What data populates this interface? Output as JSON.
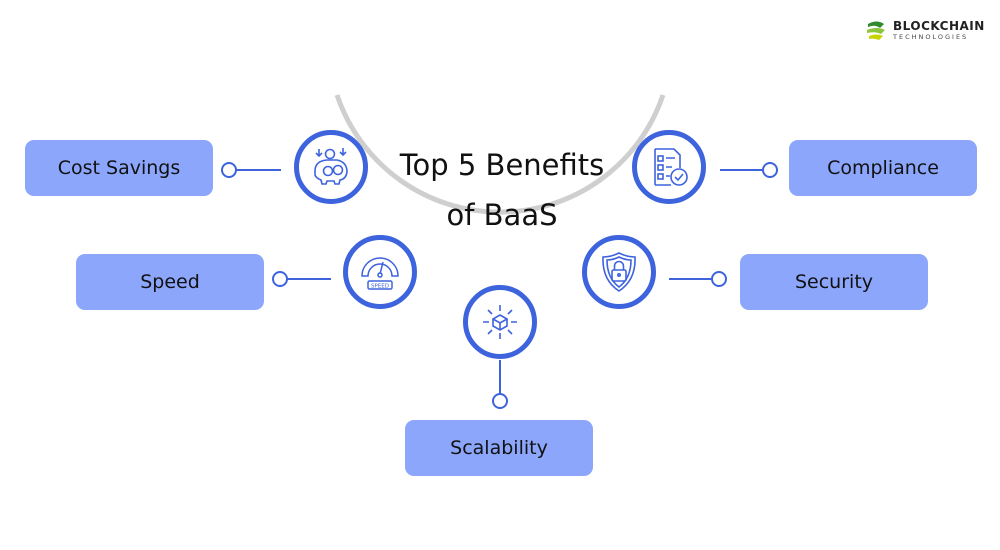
{
  "logo": {
    "name": "BLOCKCHAIN",
    "sub": "TECHNOLOGIES"
  },
  "title": {
    "line1": "Top 5 Benefits",
    "line2": "of BaaS"
  },
  "benefits": [
    {
      "label": "Cost Savings",
      "icon": "piggy-bank-icon"
    },
    {
      "label": "Speed",
      "icon": "speedometer-icon",
      "icon_text": "SPEED"
    },
    {
      "label": "Scalability",
      "icon": "cube-arrows-icon"
    },
    {
      "label": "Security",
      "icon": "shield-lock-icon"
    },
    {
      "label": "Compliance",
      "icon": "checklist-icon"
    }
  ],
  "colors": {
    "accent": "#3d63dd",
    "box": "#8ca6fb",
    "arc": "#cfcfcf"
  }
}
